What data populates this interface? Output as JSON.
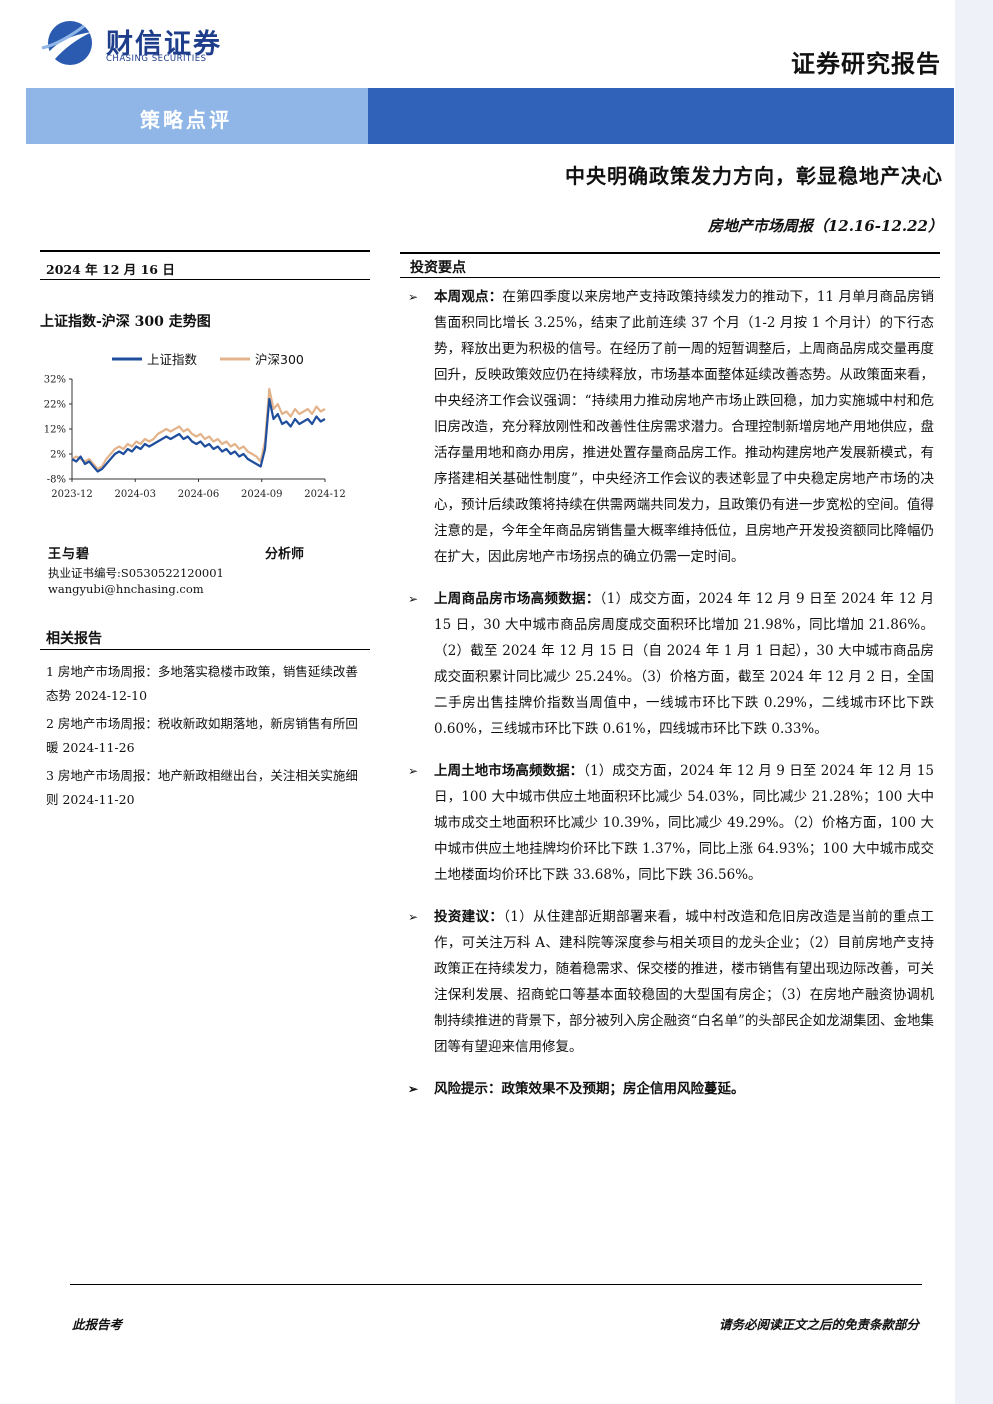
{
  "header": {
    "company_cn": "财信证券",
    "company_en": "CHASING SECURITIES",
    "report_type": "证券研究报告",
    "category": "策略点评"
  },
  "title": {
    "main": "中央明确政策发力方向，彰显稳地产决心",
    "sub": "房地产市场周报（12.16-12.22）"
  },
  "left": {
    "date": "2024 年 12 月 16 日",
    "chart_title": "上证指数-沪深 300 走势图",
    "analyst": {
      "name": "王与碧",
      "role": "分析师",
      "cert": "执业证书编号:S0530522120001",
      "email": "wangyubi@hnchasing.com"
    },
    "related_title": "相关报告",
    "related": [
      "1 房地产市场周报：多地落实稳楼市政策，销售延续改善态势 2024-12-10",
      "2 房地产市场周报：税收新政如期落地，新房销售有所回暖 2024-11-26",
      "3 房地产市场周报：地产新政相继出台，关注相关实施细则 2024-11-20"
    ]
  },
  "invest": {
    "heading": "投资要点",
    "bullets": [
      {
        "lead": "本周观点：",
        "text": "在第四季度以来房地产支持政策持续发力的推动下，11 月单月商品房销售面积同比增长 3.25%，结束了此前连续 37 个月（1-2 月按 1 个月计）的下行态势，释放出更为积极的信号。在经历了前一周的短暂调整后，上周商品房成交量再度回升，反映政策效应仍在持续释放，市场基本面整体延续改善态势。从政策面来看，中央经济工作会议强调：“持续用力推动房地产市场止跌回稳，加力实施城中村和危旧房改造，充分释放刚性和改善性住房需求潜力。合理控制新增房地产用地供应，盘活存量用地和商办用房，推进处置存量商品房工作。推动构建房地产发展新模式，有序搭建相关基础性制度”，中央经济工作会议的表述彰显了中央稳定房地产市场的决心，预计后续政策将持续在供需两端共同发力，且政策仍有进一步宽松的空间。值得注意的是，今年全年商品房销售量大概率维持低位，且房地产开发投资额同比降幅仍在扩大，因此房地产市场拐点的确立仍需一定时间。"
      },
      {
        "lead": "上周商品房市场高频数据：",
        "text": "（1）成交方面，2024 年 12 月 9 日至 2024 年 12 月 15 日，30 大中城市商品房周度成交面积环比增加 21.98%，同比增加 21.86%。（2）截至 2024 年 12 月 15 日（自 2024 年 1 月 1 日起），30 大中城市商品房成交面积累计同比减少 25.24%。（3）价格方面，截至 2024 年 12 月 2 日，全国二手房出售挂牌价指数当周值中，一线城市环比下跌 0.29%，二线城市环比下跌 0.60%，三线城市环比下跌 0.61%，四线城市环比下跌 0.33%。"
      },
      {
        "lead": "上周土地市场高频数据：",
        "text": "（1）成交方面，2024 年 12 月 9 日至 2024 年 12 月 15 日，100 大中城市供应土地面积环比减少 54.03%，同比减少 21.28%；100 大中城市成交土地面积环比减少 10.39%，同比减少 49.29%。（2）价格方面，100 大中城市供应土地挂牌均价环比下跌 1.37%，同比上涨 64.93%；100 大中城市成交土地楼面均价环比下跌 33.68%，同比下跌 36.56%。"
      },
      {
        "lead": "投资建议：",
        "text": "（1）从住建部近期部署来看，城中村改造和危旧房改造是当前的重点工作，可关注万科 A、建科院等深度参与相关项目的龙头企业；（2）目前房地产支持政策正在持续发力，随着稳需求、保交楼的推进，楼市销售有望出现边际改善，可关注保利发展、招商蛇口等基本面较稳固的大型国有房企；（3）在房地产融资协调机制持续推进的背景下，部分被列入房企融资“白名单”的头部民企如龙湖集团、金地集团等有望迎来信用修复。"
      },
      {
        "lead": "风险提示：",
        "text": "政策效果不及预期；房企信用风险蔓延。"
      }
    ]
  },
  "footer": {
    "left": "此报告考",
    "right": "请务必阅读正文之后的免责条款部分"
  },
  "chart_data": {
    "type": "line",
    "legend_position": "top",
    "grid": false,
    "ylim": [
      -8,
      32
    ],
    "yticks": [
      "32%",
      "22%",
      "12%",
      "2%",
      "-8%"
    ],
    "xticks": [
      "2023-12",
      "2024-03",
      "2024-06",
      "2024-09",
      "2024-12"
    ],
    "colors": {
      "上证指数": "#1f4e9c",
      "沪深300": "#e3b48c"
    },
    "series": [
      {
        "name": "上证指数",
        "values": [
          0,
          -1,
          1,
          -2,
          -1,
          -3,
          -5,
          -4,
          -2,
          0,
          2,
          3,
          2,
          4,
          3,
          5,
          4,
          6,
          5,
          6,
          7,
          8,
          9,
          8,
          9,
          10,
          8,
          9,
          7,
          6,
          7,
          5,
          6,
          4,
          5,
          3,
          4,
          2,
          3,
          1,
          2,
          0,
          -1,
          -2,
          -3,
          4,
          24,
          16,
          18,
          14,
          15,
          13,
          16,
          14,
          15,
          16,
          14,
          17,
          15,
          16
        ]
      },
      {
        "name": "沪深300",
        "values": [
          0,
          1,
          0,
          -1,
          0,
          -2,
          -4,
          -3,
          0,
          2,
          4,
          5,
          4,
          6,
          5,
          7,
          6,
          8,
          7,
          8,
          10,
          11,
          12,
          11,
          12,
          13,
          11,
          12,
          10,
          9,
          10,
          8,
          9,
          7,
          8,
          6,
          7,
          5,
          6,
          4,
          5,
          3,
          2,
          1,
          -1,
          7,
          28,
          20,
          22,
          18,
          19,
          17,
          20,
          18,
          19,
          20,
          18,
          21,
          19,
          20
        ]
      }
    ]
  }
}
